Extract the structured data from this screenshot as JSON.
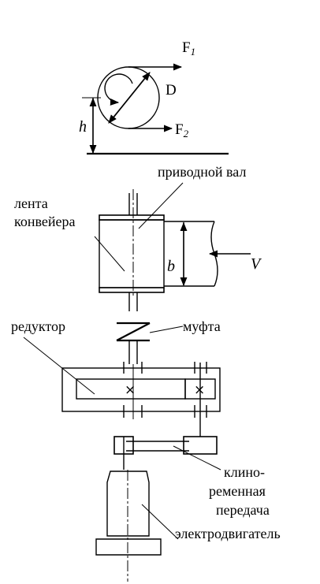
{
  "labels": {
    "force_top": "F",
    "force_top_index": "1",
    "force_bottom": "F",
    "force_bottom_index": "2",
    "diameter": "D",
    "height": "h",
    "drive_shaft": "приводной вал",
    "belt_line1": "лента",
    "belt_line2": "конвейера",
    "width": "b",
    "velocity": "V",
    "reducer": "редуктор",
    "coupling": "муфта",
    "vbelt_line1": "клино-",
    "vbelt_line2": "ременная",
    "vbelt_line3": "передача",
    "motor": "электродвигатель"
  }
}
